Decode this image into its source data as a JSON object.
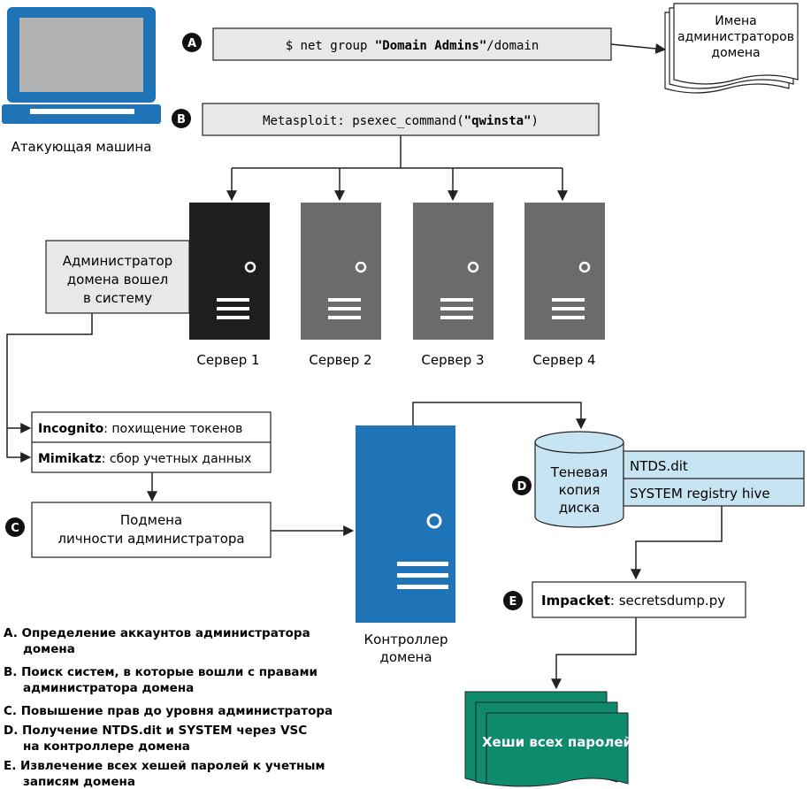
{
  "attacker": {
    "label": "Атакующая машина"
  },
  "steps": {
    "a": {
      "badge": "A",
      "cmd_prefix": "$ net group ",
      "cmd_bold": "\"Domain Admins\"",
      "cmd_suffix": "/domain"
    },
    "b": {
      "badge": "B",
      "cmd_prefix": "Metasploit: psexec_command(",
      "cmd_bold": "\"qwinsta\"",
      "cmd_suffix": ")"
    },
    "c": {
      "badge": "C",
      "line1": "Подмена",
      "line2": "личности администратора"
    },
    "d": {
      "badge": "D"
    },
    "e": {
      "badge": "E",
      "bold": "Impacket",
      "rest": ": secretsdump.py"
    }
  },
  "admin_names_doc": {
    "line1": "Имена",
    "line2": "администраторов",
    "line3": "домена"
  },
  "servers": [
    {
      "label": "Сервер 1",
      "color": "#1e1e1e"
    },
    {
      "label": "Сервер 2",
      "color": "#6b6b6d"
    },
    {
      "label": "Сервер 3",
      "color": "#6b6b6d"
    },
    {
      "label": "Сервер 4",
      "color": "#6b6b6d"
    }
  ],
  "admin_logged": {
    "line1": "Администратор",
    "line2": "домена вошел",
    "line3": "в систему"
  },
  "tools": [
    {
      "bold": "Incognito",
      "rest": ": похищение токенов"
    },
    {
      "bold": "Mimikatz",
      "rest": ": сбор учетных данных"
    }
  ],
  "domain_controller": {
    "line1": "Контроллер",
    "line2": "домена",
    "color": "#1f73b7"
  },
  "shadow_copy": {
    "line1": "Теневая",
    "line2": "копия",
    "line3": "диска",
    "color": "#c7e4f3"
  },
  "ntds_items": [
    "NTDS.dit",
    "SYSTEM registry hive"
  ],
  "hashes": {
    "label": "Хеши всех паролей",
    "color": "#0e8a6c"
  },
  "legend": [
    {
      "l1": "A. Определение аккаунтов администратора",
      "l2": "домена"
    },
    {
      "l1": "B. Поиск систем, в которые вошли с правами",
      "l2": "администратора домена"
    },
    {
      "l1": "C. Повышение прав до уровня администратора",
      "l2": ""
    },
    {
      "l1": "D. Получение NTDS.dit и SYSTEM через VSC",
      "l2": "на контроллере домена"
    },
    {
      "l1": "E. Извлечение всех хешей паролей к учетным",
      "l2": "записям домена"
    }
  ]
}
